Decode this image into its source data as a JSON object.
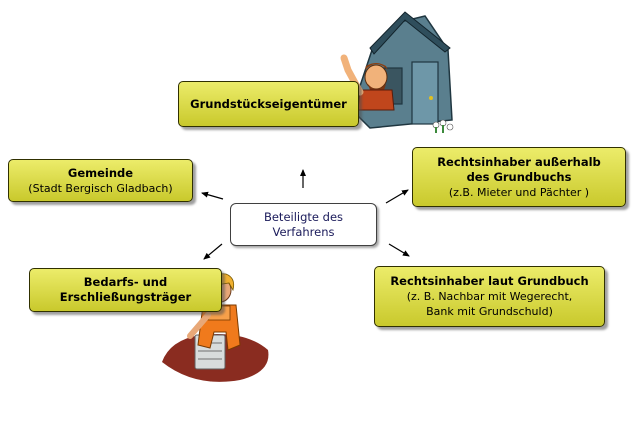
{
  "center": {
    "line1": "Beteiligte des",
    "line2": "Verfahrens"
  },
  "nodes": {
    "eigentuemer": {
      "title": "Grundstückseigentümer"
    },
    "gemeinde": {
      "title": "Gemeinde",
      "sub1": "(Stadt Bergisch Gladbach)"
    },
    "ausserhalb": {
      "title1": "Rechtsinhaber außerhalb",
      "title2": "des Grundbuchs",
      "sub1": "(z.B. Mieter und Pächter )"
    },
    "laut": {
      "title": "Rechtsinhaber laut Grundbuch",
      "sub1": "(z. B. Nachbar mit Wegerecht,",
      "sub2": "Bank mit Grundschuld)"
    },
    "traeger": {
      "title1": "Bedarfs- und",
      "title2": "Erschließungsträger"
    }
  },
  "colors": {
    "box_fill": "#dede4a",
    "box_border": "#303000",
    "center_text": "#1a1a5a"
  },
  "icons": [
    "house-with-man-clipart",
    "construction-worker-clipart"
  ]
}
